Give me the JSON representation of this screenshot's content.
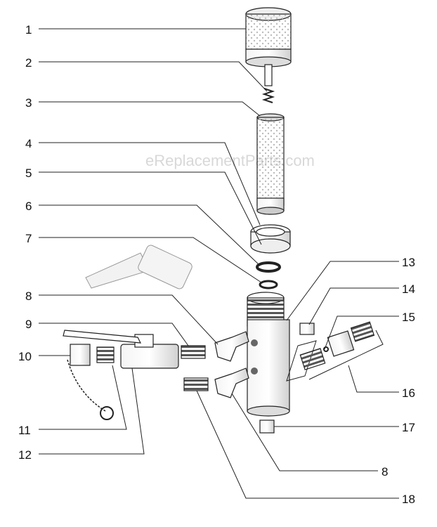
{
  "watermark": "eReplacementParts.com",
  "callouts": {
    "c1": "1",
    "c2": "2",
    "c3": "3",
    "c4": "4",
    "c5": "5",
    "c6": "6",
    "c7": "7",
    "c8a": "8",
    "c9": "9",
    "c10": "10",
    "c11": "11",
    "c12": "12",
    "c13": "13",
    "c14": "14",
    "c15": "15",
    "c16": "16",
    "c17": "17",
    "c8b": "8",
    "c18": "18"
  }
}
